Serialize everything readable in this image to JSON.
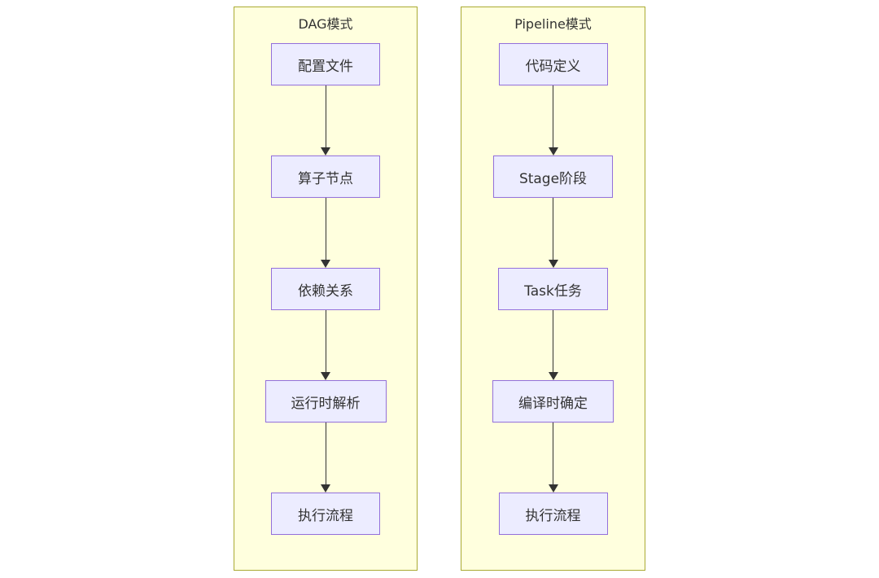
{
  "diagram": {
    "type": "flowchart",
    "columns": [
      {
        "title": "DAG模式",
        "nodes": [
          "配置文件",
          "算子节点",
          "依赖关系",
          "运行时解析",
          "执行流程"
        ]
      },
      {
        "title": "Pipeline模式",
        "nodes": [
          "代码定义",
          "Stage阶段",
          "Task任务",
          "编译时确定",
          "执行流程"
        ]
      }
    ],
    "colors": {
      "subgraph_fill": "#ffffde",
      "subgraph_border": "#aaaa33",
      "node_fill": "#ececff",
      "node_border": "#9370db",
      "arrow": "#333333",
      "text": "#333333"
    }
  }
}
